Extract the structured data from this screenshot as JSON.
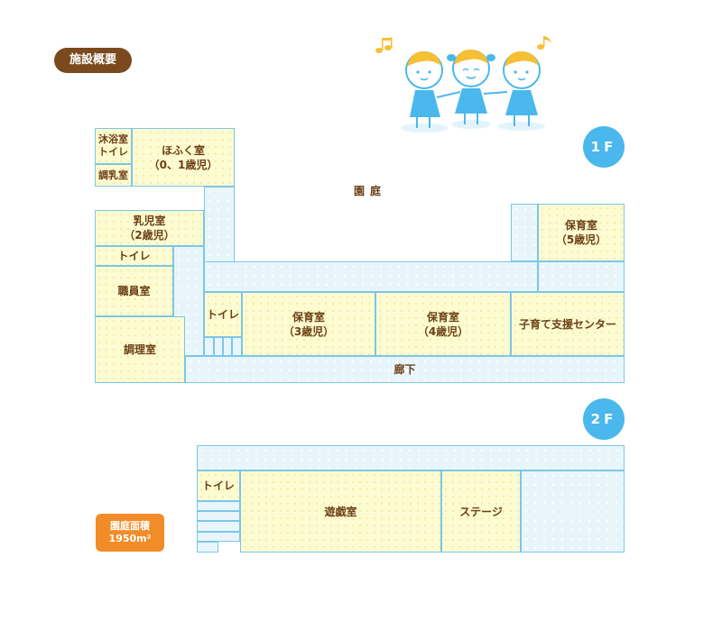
{
  "header": {
    "title": "施設概要"
  },
  "floors": {
    "first": "1F",
    "second": "2F"
  },
  "yard": "園庭",
  "area": {
    "label": "園庭面積",
    "value": "1950m²"
  },
  "rooms_1f": {
    "bath_toilet": "沐浴室\nトイレ",
    "milk": "調乳室",
    "hofuku": "ほふく室\n（0、1歳児）",
    "infant": "乳児室\n（2歳児）",
    "toilet_west": "トイレ",
    "staff": "職員室",
    "kitchen": "調理室",
    "toilet_center": "トイレ",
    "care3": "保育室\n（3歳児）",
    "care4": "保育室\n（4歳児）",
    "support": "子育て支援センター",
    "care5": "保育室\n（5歳児）",
    "hallway": "廊下"
  },
  "rooms_2f": {
    "toilet": "トイレ",
    "play": "遊戯室",
    "stage": "ステージ"
  },
  "colors": {
    "brown": "#7a4a1e",
    "blue": "#4ab8ec",
    "orange": "#f28c28",
    "room": "#fdfbd2",
    "corridor": "#e8f6fc",
    "line": "#7cc6e8"
  },
  "icons": [
    "music-note-icon",
    "kids-illustration"
  ]
}
